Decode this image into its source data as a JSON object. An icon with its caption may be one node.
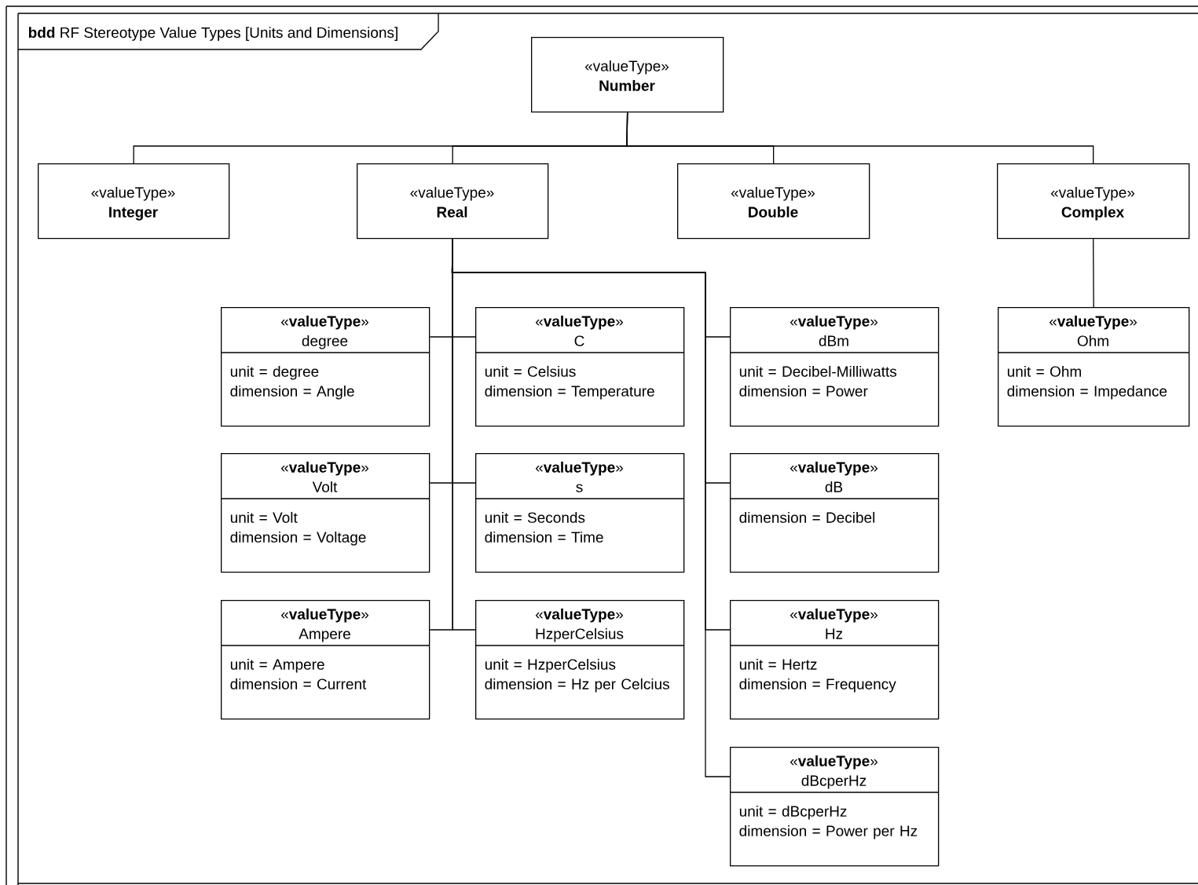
{
  "diagram": {
    "title": "**bdd** RF Stereotype Value Types [Units and Dimensions]",
    "nodes": [
      {
        "text": [
          "«valueType»",
          "Number"
        ]
      },
      {
        "text": [
          "«valueType»",
          "Integer"
        ]
      },
      {
        "text": [
          "«valueType»",
          "Real"
        ]
      },
      {
        "text": [
          "«valueType»",
          "Double"
        ]
      },
      {
        "text": [
          "«valueType»",
          "Complex"
        ]
      },
      {
        "text": [
          "«**valueType**»",
          "degree",
          "unit = degree",
          "dimension = Angle"
        ]
      },
      {
        "text": [
          "«**valueType**»",
          "C",
          "unit = Celsius",
          "dimension = Temperature"
        ]
      },
      {
        "text": [
          "«**valueType**»",
          "dBm",
          "unit = Decibel-Milliwatts",
          "dimension = Power"
        ]
      },
      {
        "text": [
          "«**valueType**»",
          "Ohm",
          "unit = Ohm",
          "dimension = Impedance"
        ]
      },
      {
        "text": [
          "«**valueType**»",
          "Volt",
          "unit = Volt",
          "dimension = Voltage"
        ]
      },
      {
        "text": [
          "«**valueType**»",
          "s",
          "unit = Seconds",
          "dimension = Time"
        ]
      },
      {
        "text": [
          "«**valueType**»",
          "dB",
          "dimension = Decibel"
        ]
      },
      {
        "text": [
          "«**valueType**»",
          "Ampere",
          "unit = Ampere",
          "dimension = Current"
        ]
      },
      {
        "text": [
          "«**valueType**»",
          "HzperCelsius",
          "unit = HzperCelsius",
          "dimension = Hz per Celcius"
        ]
      },
      {
        "text": [
          "«**valueType**»",
          "Hz",
          "unit = Hertz",
          "dimension = Frequency"
        ]
      },
      {
        "text": [
          "«**valueType**»",
          "dBcperHz",
          "unit = dBcperHz",
          "dimension = Power per Hz"
        ]
      }
    ],
    "edges": [
      {
        "from": 0,
        "to": 1,
        "arrow": "none"
      },
      {
        "from": 0,
        "to": 2,
        "arrow": "none"
      },
      {
        "from": 0,
        "to": 3,
        "arrow": "none"
      },
      {
        "from": 0,
        "to": 4,
        "arrow": "none"
      },
      {
        "from": 2,
        "to": 5,
        "arrow": "none"
      },
      {
        "from": 2,
        "to": 6,
        "arrow": "none"
      },
      {
        "from": 2,
        "to": 7,
        "arrow": "none"
      },
      {
        "from": 2,
        "to": 9,
        "arrow": "none"
      },
      {
        "from": 2,
        "to": 10,
        "arrow": "none"
      },
      {
        "from": 2,
        "to": 11,
        "arrow": "none"
      },
      {
        "from": 2,
        "to": 12,
        "arrow": "none"
      },
      {
        "from": 2,
        "to": 13,
        "arrow": "none"
      },
      {
        "from": 2,
        "to": 14,
        "arrow": "none"
      },
      {
        "from": 2,
        "to": 15,
        "arrow": "none"
      },
      {
        "from": 4,
        "to": 8,
        "arrow": "none"
      }
    ]
  }
}
